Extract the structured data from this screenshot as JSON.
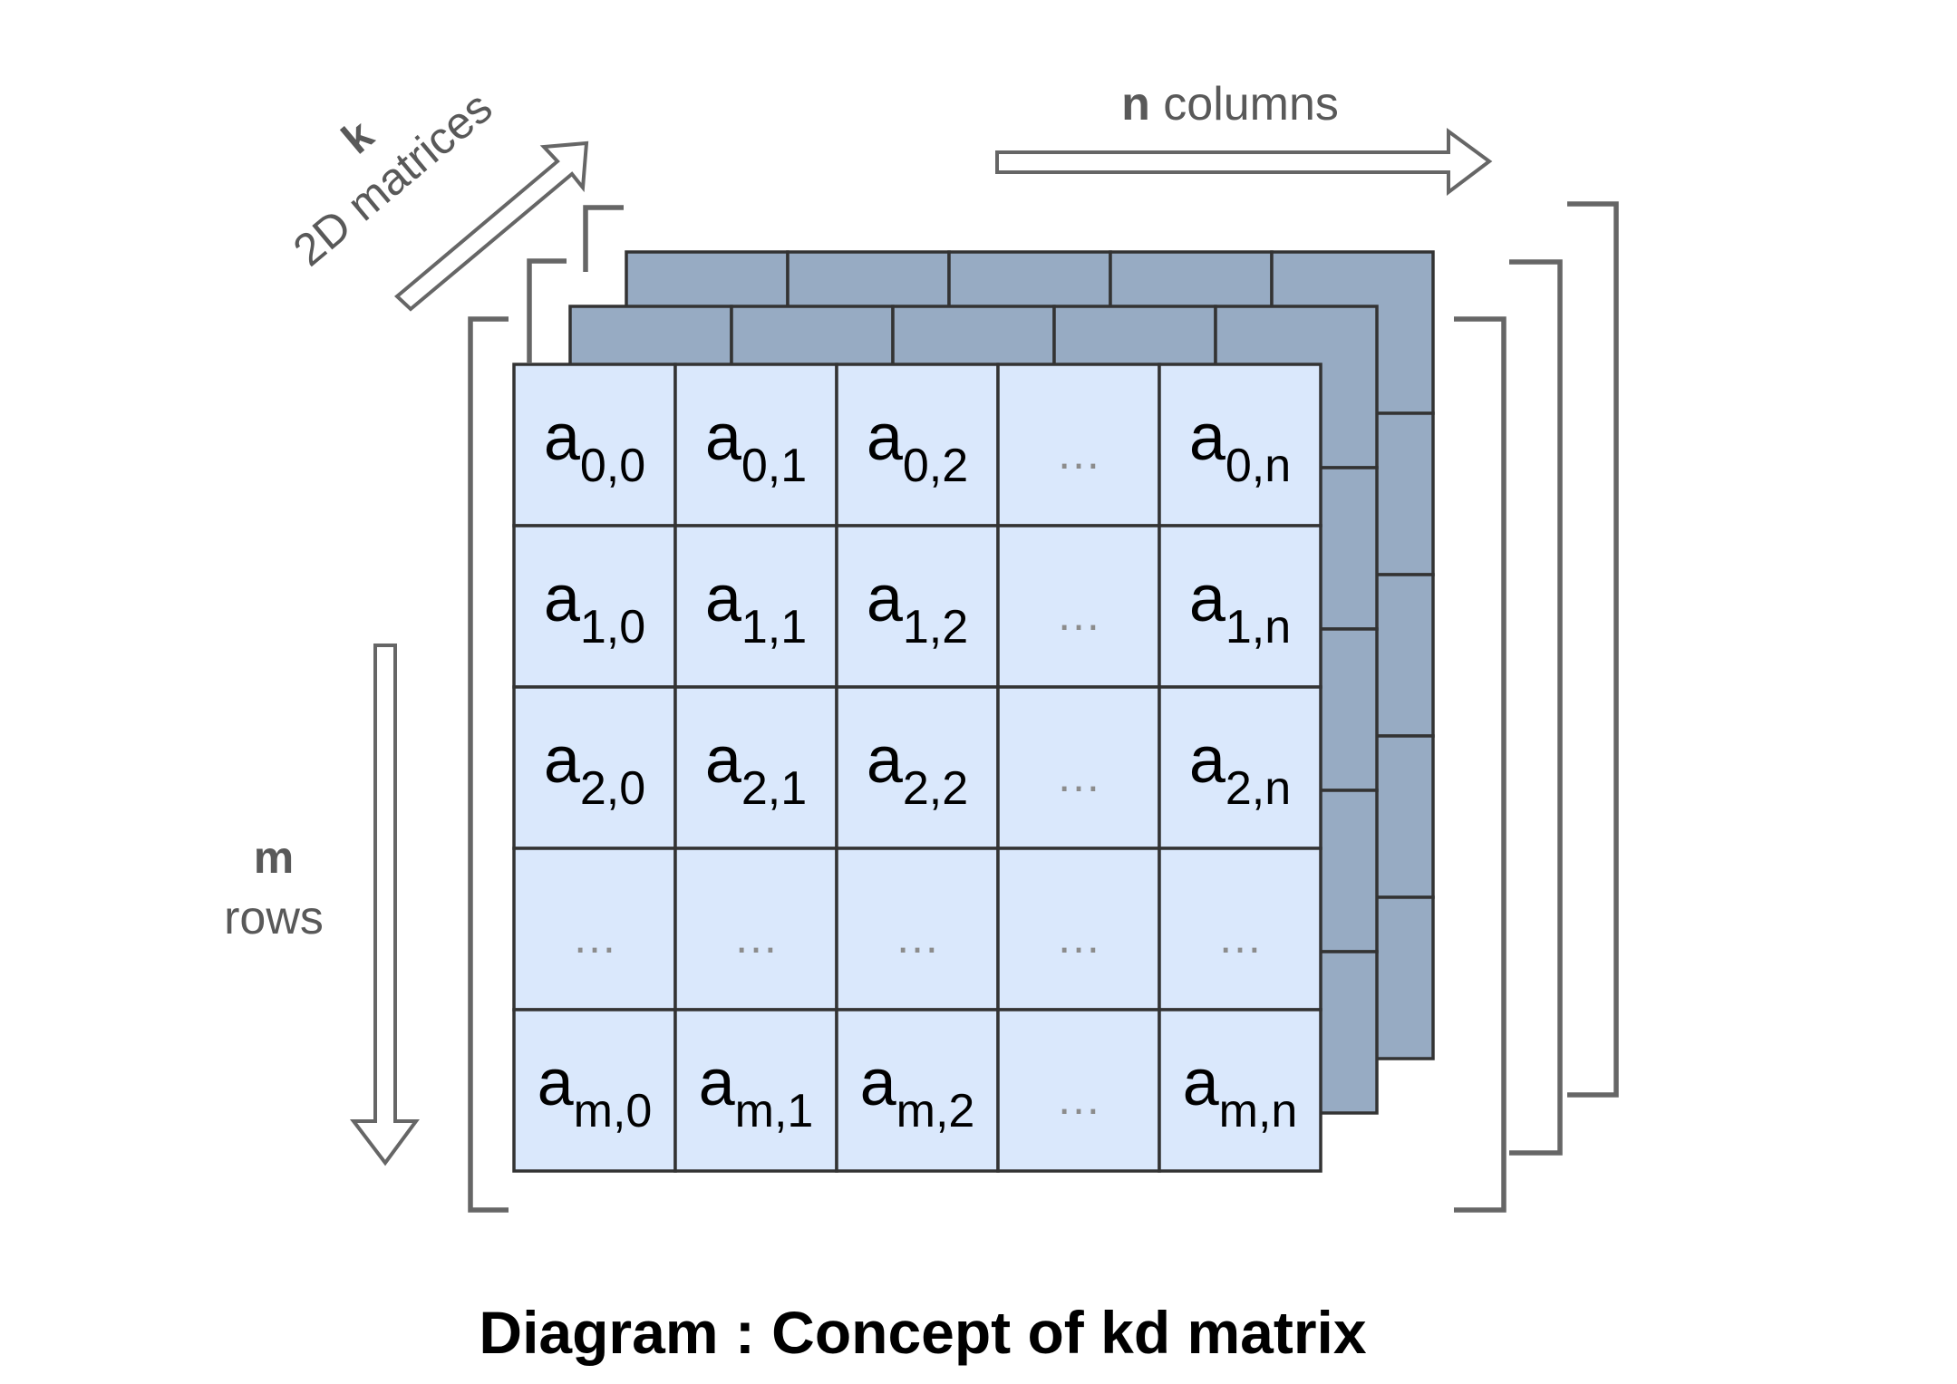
{
  "labels": {
    "k_letter": "k",
    "k_text": "2D matrices",
    "n_letter": "n",
    "n_text": " columns",
    "m_letter": "m",
    "m_text": "rows"
  },
  "matrix": {
    "rows": [
      [
        {
          "base": "a",
          "sub": "0,0"
        },
        {
          "base": "a",
          "sub": "0,1"
        },
        {
          "base": "a",
          "sub": "0,2"
        },
        {
          "dots": "…"
        },
        {
          "base": "a",
          "sub": "0,n"
        }
      ],
      [
        {
          "base": "a",
          "sub": "1,0"
        },
        {
          "base": "a",
          "sub": "1,1"
        },
        {
          "base": "a",
          "sub": "1,2"
        },
        {
          "dots": "…"
        },
        {
          "base": "a",
          "sub": "1,n"
        }
      ],
      [
        {
          "base": "a",
          "sub": "2,0"
        },
        {
          "base": "a",
          "sub": "2,1"
        },
        {
          "base": "a",
          "sub": "2,2"
        },
        {
          "dots": "…"
        },
        {
          "base": "a",
          "sub": "2,n"
        }
      ],
      [
        {
          "dots": "…"
        },
        {
          "dots": "…"
        },
        {
          "dots": "…"
        },
        {
          "dots": "…"
        },
        {
          "dots": "…"
        }
      ],
      [
        {
          "base": "a",
          "sub": "m,0"
        },
        {
          "base": "a",
          "sub": "m,1"
        },
        {
          "base": "a",
          "sub": "m,2"
        },
        {
          "dots": "…"
        },
        {
          "base": "a",
          "sub": "m,n"
        }
      ]
    ]
  },
  "caption": "Diagram : Concept of kd matrix"
}
